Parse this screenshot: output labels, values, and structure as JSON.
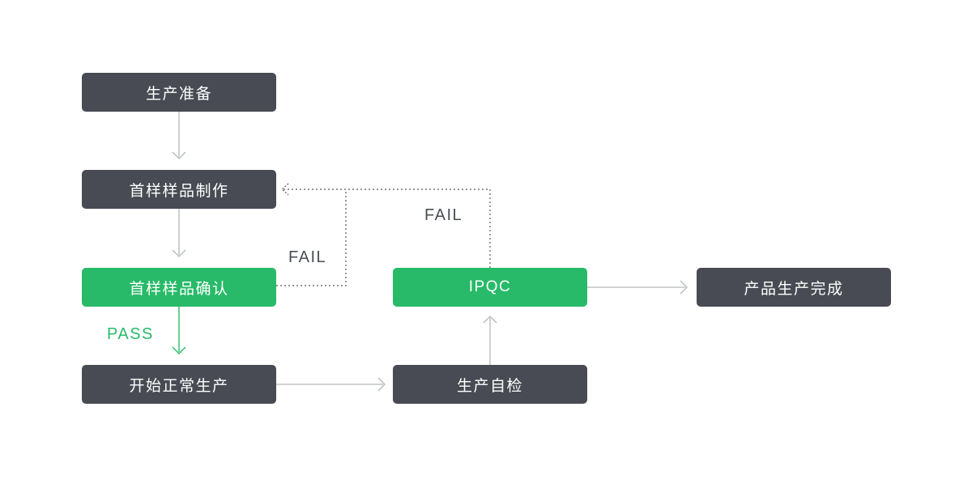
{
  "diagram": {
    "type": "flowchart",
    "nodes": [
      {
        "id": "production-prep",
        "label": "生产准备",
        "style": "dark"
      },
      {
        "id": "sample-make",
        "label": "首样样品制作",
        "style": "dark"
      },
      {
        "id": "sample-confirm",
        "label": "首样样品确认",
        "style": "green"
      },
      {
        "id": "start-production",
        "label": "开始正常生产",
        "style": "dark"
      },
      {
        "id": "self-check",
        "label": "生产自检",
        "style": "dark"
      },
      {
        "id": "ipqc",
        "label": "IPQC",
        "style": "green"
      },
      {
        "id": "production-complete",
        "label": "产品生产完成",
        "style": "dark"
      }
    ],
    "edges": [
      {
        "from": "production-prep",
        "to": "sample-make",
        "style": "solid",
        "label": ""
      },
      {
        "from": "sample-make",
        "to": "sample-confirm",
        "style": "solid",
        "label": ""
      },
      {
        "from": "sample-confirm",
        "to": "start-production",
        "style": "solid-green",
        "label": "PASS"
      },
      {
        "from": "start-production",
        "to": "self-check",
        "style": "solid",
        "label": ""
      },
      {
        "from": "self-check",
        "to": "ipqc",
        "style": "solid",
        "label": ""
      },
      {
        "from": "ipqc",
        "to": "production-complete",
        "style": "solid",
        "label": ""
      },
      {
        "from": "sample-confirm",
        "to": "sample-make",
        "style": "dotted",
        "label": "FAIL"
      },
      {
        "from": "ipqc",
        "to": "sample-make",
        "style": "dotted",
        "label": "FAIL"
      }
    ],
    "colors": {
      "node_dark": "#484b53",
      "node_green": "#28ba68",
      "node_text": "#ffffff",
      "arrow_gray": "#b4b7bb",
      "dotted_gray": "#55585e",
      "fail_text": "#4b4e54",
      "pass_text": "#28ba68",
      "background": "#ffffff"
    }
  }
}
